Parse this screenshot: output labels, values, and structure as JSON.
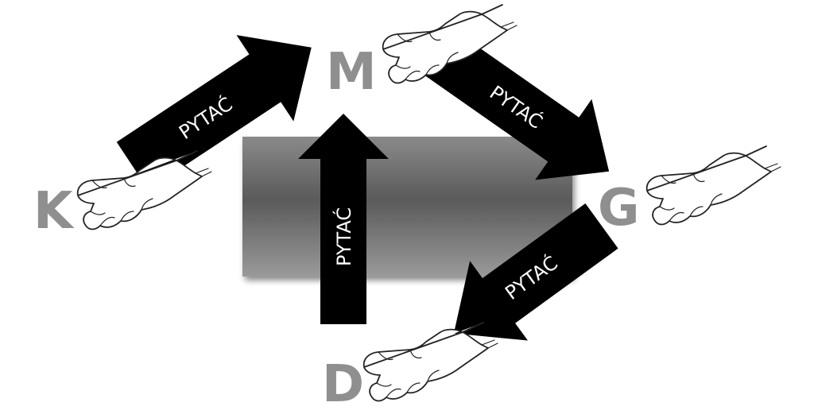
{
  "colors": {
    "arrow_fill": "#000000",
    "arrow_text": "#ffffff",
    "letter": "#8f8f8f",
    "box_top": "#8a8a8a",
    "box_mid": "#5a5a5a",
    "box_bottom": "#9a9a9a",
    "background": "#ffffff"
  },
  "nodes": {
    "k": {
      "letter": "K",
      "icon": "pointing-hand-icon"
    },
    "m": {
      "letter": "M",
      "icon": "pointing-hand-icon"
    },
    "g": {
      "letter": "G",
      "icon": "pointing-hand-icon"
    },
    "d": {
      "letter": "D",
      "icon": "pointing-hand-icon"
    }
  },
  "arrows": [
    {
      "from": "K",
      "to": "M",
      "label": "PYTAĆ"
    },
    {
      "from": "M",
      "to": "G",
      "label": "PYTAĆ"
    },
    {
      "from": "G",
      "to": "D",
      "label": "PYTAĆ"
    },
    {
      "from": "D",
      "to": "M",
      "label": "PYTAĆ"
    }
  ]
}
